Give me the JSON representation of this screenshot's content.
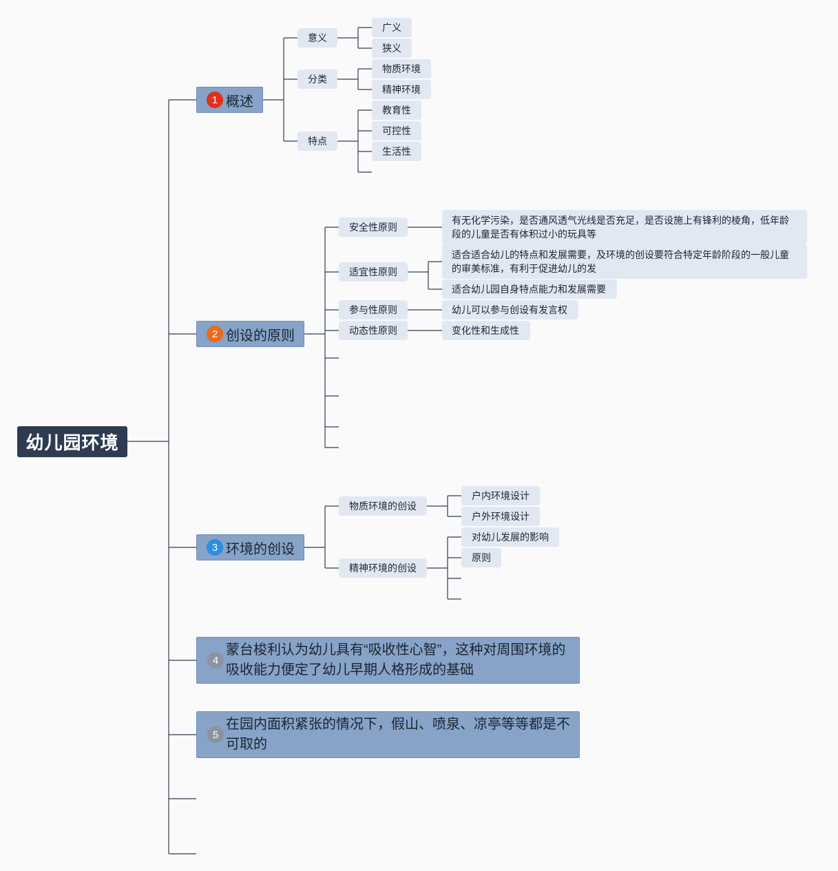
{
  "root": {
    "label": "幼儿园环境"
  },
  "topics": [
    {
      "num": "1",
      "label": "概述",
      "badge_color": "#e0301e",
      "subs": [
        {
          "label": "意义",
          "leaves": [
            "广义",
            "狭义"
          ]
        },
        {
          "label": "分类",
          "leaves": [
            "物质环境",
            "精神环境"
          ]
        },
        {
          "label": "特点",
          "leaves": [
            "教育性",
            "可控性",
            "生活性"
          ]
        }
      ]
    },
    {
      "num": "2",
      "label": "创设的原则",
      "badge_color": "#ec6a1c",
      "subs": [
        {
          "label": "安全性原则",
          "leaves": [
            "有无化学污染，是否通风透气光线是否充足，是否设施上有锋利的棱角，低年龄段的儿童是否有体积过小的玩具等"
          ]
        },
        {
          "label": "适宜性原则",
          "leaves": [
            "适合适合幼儿的特点和发展需要，及环境的创设要符合特定年龄阶段的一般儿童的审美标准，有利于促进幼儿的发",
            "适合幼儿园自身特点能力和发展需要"
          ]
        },
        {
          "label": "参与性原则",
          "leaves": [
            "幼儿可以参与创设有发言权"
          ]
        },
        {
          "label": "动态性原则",
          "leaves": [
            "变化性和生成性"
          ]
        }
      ]
    },
    {
      "num": "3",
      "label": "环境的创设",
      "badge_color": "#2a8fe0",
      "subs": [
        {
          "label": "物质环境的创设",
          "leaves": [
            "户内环境设计",
            "户外环境设计"
          ]
        },
        {
          "label": "精神环境的创设",
          "leaves": [
            "对幼儿发展的影响",
            "原则"
          ]
        }
      ]
    },
    {
      "num": "4",
      "label": "蒙台梭利认为幼儿具有“吸收性心智”，这种对周围环境的吸收能力便定了幼儿早期人格形成的基础",
      "badge_color": "#8a93a0"
    },
    {
      "num": "5",
      "label": "在园内面积紧张的情况下，假山、喷泉、凉亭等等都是不可取的",
      "badge_color": "#8a93a0"
    }
  ],
  "colors": {
    "root_bg": "#2e3c52",
    "topic_bg": "#87a3c8",
    "node_bg": "#e1e8f2",
    "line": "#2e3c52"
  }
}
